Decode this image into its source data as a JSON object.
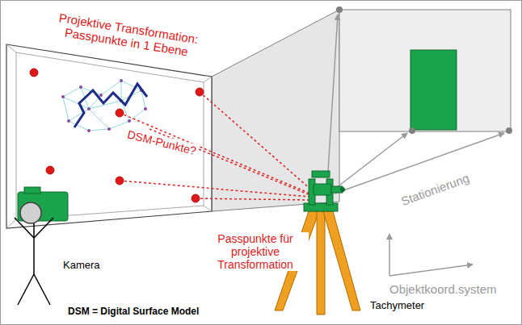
{
  "diagram": {
    "labels": [
      "Projektive Transformation: Passpunkte in 1 Ebene",
      "DSM-Punkte?",
      "Passpunkte für projektive Transformation",
      "Kamera",
      "Tachymeter",
      "Stationierung",
      "Objektkoord.system",
      "DSM = Digital Surface Model"
    ]
  }
}
